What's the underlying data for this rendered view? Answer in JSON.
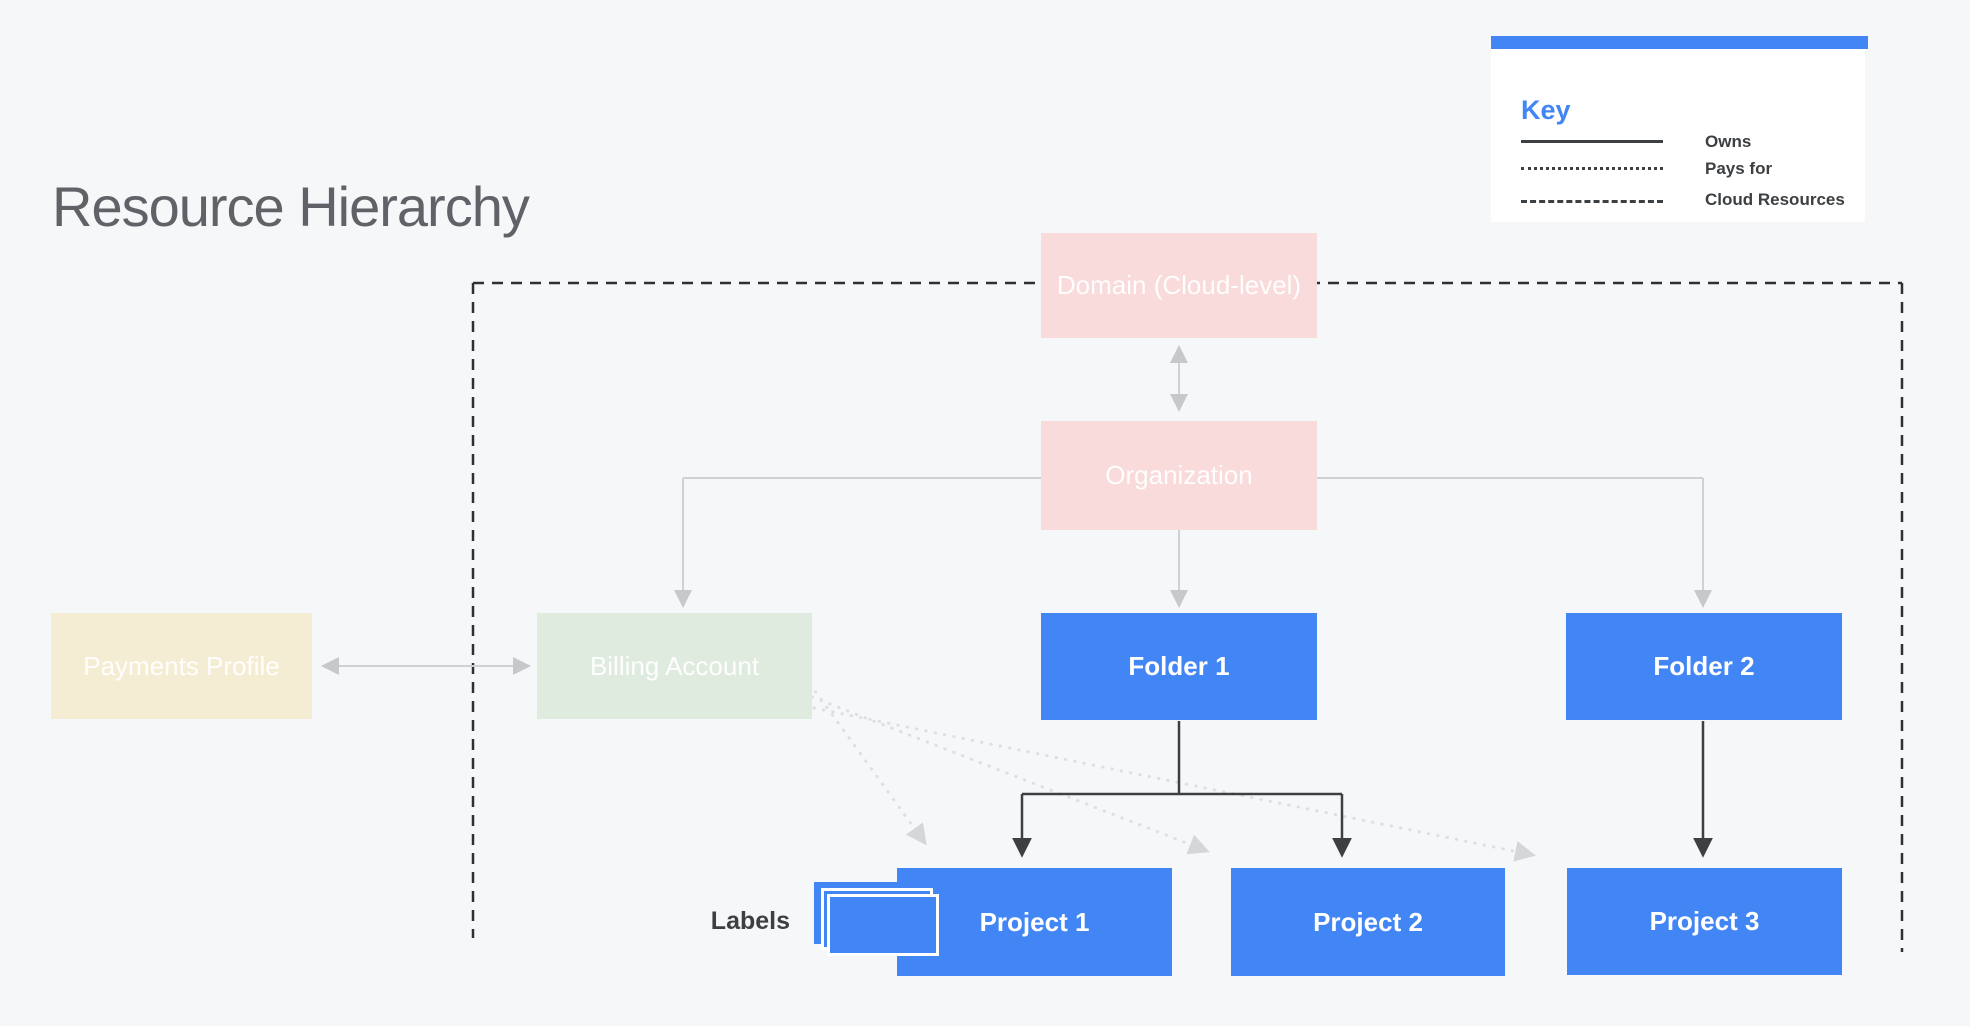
{
  "title": "Resource Hierarchy",
  "key": {
    "title": "Key",
    "entries": [
      {
        "style": "solid",
        "label": "Owns"
      },
      {
        "style": "dotted",
        "label": "Pays for"
      },
      {
        "style": "dashed",
        "label": "Cloud Resources"
      }
    ]
  },
  "nodes": {
    "domain": {
      "label": "Domain (Cloud-level)"
    },
    "organization": {
      "label": "Organization"
    },
    "payments": {
      "label": "Payments Profile"
    },
    "billing": {
      "label": "Billing Account"
    },
    "folder1": {
      "label": "Folder 1"
    },
    "folder2": {
      "label": "Folder 2"
    },
    "project1": {
      "label": "Project 1"
    },
    "project2": {
      "label": "Project 2"
    },
    "project3": {
      "label": "Project 3"
    }
  },
  "labels_caption": "Labels",
  "icons": {
    "labels_stack": "labels-stack-icon"
  },
  "colors": {
    "background": "#F6F7F9",
    "accent_blue": "#4285F4",
    "node_pink": "#F8DBDA",
    "node_green": "#DEEBDE",
    "node_cream": "#F5EDD3",
    "title_gray": "#5F6368",
    "line_dark": "#3C4043",
    "line_gray": "#CFD1D4",
    "line_dotted_light": "#DDDFE2"
  }
}
